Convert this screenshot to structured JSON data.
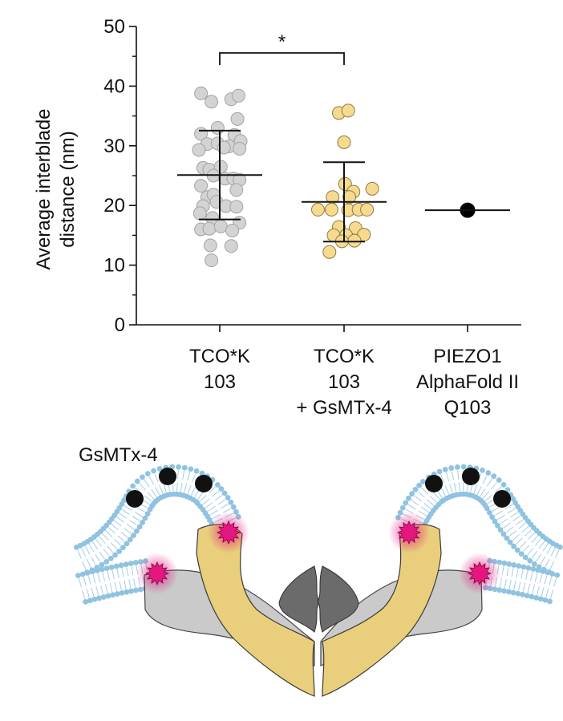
{
  "chart_data": {
    "type": "scatter",
    "ylabel_lines": [
      "Average interblade",
      "distance (nm)"
    ],
    "ylim": [
      0,
      50
    ],
    "yticks": [
      0,
      10,
      20,
      30,
      40,
      50
    ],
    "categories": [
      {
        "lines": [
          "TCO*K",
          "103"
        ]
      },
      {
        "lines": [
          "TCO*K",
          "103",
          "+ GsMTx-4"
        ]
      },
      {
        "lines": [
          "PIEZO1",
          "AlphaFold II",
          "Q103"
        ]
      }
    ],
    "series": [
      {
        "fill": "#d3d3d3",
        "stroke": "#a3a3a3",
        "points": [
          [
            -0.18,
            38.8
          ],
          [
            -0.08,
            37.4
          ],
          [
            0.11,
            37.8
          ],
          [
            0.18,
            38.4
          ],
          [
            -0.02,
            33.0
          ],
          [
            0.17,
            34.5
          ],
          [
            -0.18,
            32.0
          ],
          [
            0.14,
            31.8
          ],
          [
            -0.12,
            30.3
          ],
          [
            -0.02,
            30.4
          ],
          [
            0.09,
            29.9
          ],
          [
            0.2,
            30.8
          ],
          [
            -0.2,
            29.3
          ],
          [
            0.04,
            29.7
          ],
          [
            0.19,
            29.5
          ],
          [
            -0.16,
            26.3
          ],
          [
            -0.1,
            26.0
          ],
          [
            0.01,
            26.5
          ],
          [
            -0.06,
            25.0
          ],
          [
            0.05,
            24.5
          ],
          [
            0.13,
            24.5
          ],
          [
            0.19,
            24.3
          ],
          [
            -0.18,
            23.3
          ],
          [
            0.16,
            22.6
          ],
          [
            -0.12,
            21.4
          ],
          [
            -0.06,
            21.8
          ],
          [
            -0.16,
            19.9
          ],
          [
            -0.03,
            20.6
          ],
          [
            0.06,
            19.9
          ],
          [
            0.16,
            19.8
          ],
          [
            -0.19,
            18.7
          ],
          [
            -0.07,
            17.9
          ],
          [
            0.19,
            17.1
          ],
          [
            -0.18,
            16.0
          ],
          [
            -0.1,
            16.1
          ],
          [
            0.01,
            16.5
          ],
          [
            0.12,
            15.8
          ],
          [
            -0.09,
            13.3
          ],
          [
            0.11,
            13.2
          ],
          [
            -0.08,
            10.8
          ]
        ],
        "mean": 25.1,
        "sd": 7.45
      },
      {
        "fill": "#f6da8f",
        "stroke": "#8f7a3f",
        "points": [
          [
            -0.05,
            35.5
          ],
          [
            0.04,
            35.9
          ],
          [
            0.0,
            30.6
          ],
          [
            0.01,
            23.6
          ],
          [
            0.09,
            22.3
          ],
          [
            0.27,
            22.8
          ],
          [
            -0.11,
            21.4
          ],
          [
            0.05,
            21.4
          ],
          [
            -0.25,
            19.3
          ],
          [
            -0.12,
            19.3
          ],
          [
            0.04,
            19.2
          ],
          [
            0.14,
            19.3
          ],
          [
            0.22,
            19.3
          ],
          [
            -0.05,
            16.4
          ],
          [
            0.11,
            16.2
          ],
          [
            -0.1,
            15.0
          ],
          [
            0.02,
            15.0
          ],
          [
            0.19,
            15.1
          ],
          [
            -0.02,
            14.0
          ],
          [
            0.1,
            14.1
          ],
          [
            -0.14,
            12.2
          ]
        ],
        "mean": 20.6,
        "sd": 6.65
      },
      {
        "fill": "#000000",
        "stroke": "#000000",
        "points": [
          [
            0.0,
            19.2
          ]
        ],
        "mean": 19.2,
        "sd": 0
      }
    ],
    "annotations": [
      {
        "type": "significance",
        "from": 0,
        "to": 1,
        "label": "*"
      }
    ]
  },
  "diagram": {
    "label": "GsMTx-4",
    "colors": {
      "membrane": "#8fc3df",
      "blade": "#e9cf7b",
      "beam": "#cacaca",
      "pore": "#6b6b6b",
      "toxin": "#111111",
      "label_spot": "#e5177e"
    }
  }
}
